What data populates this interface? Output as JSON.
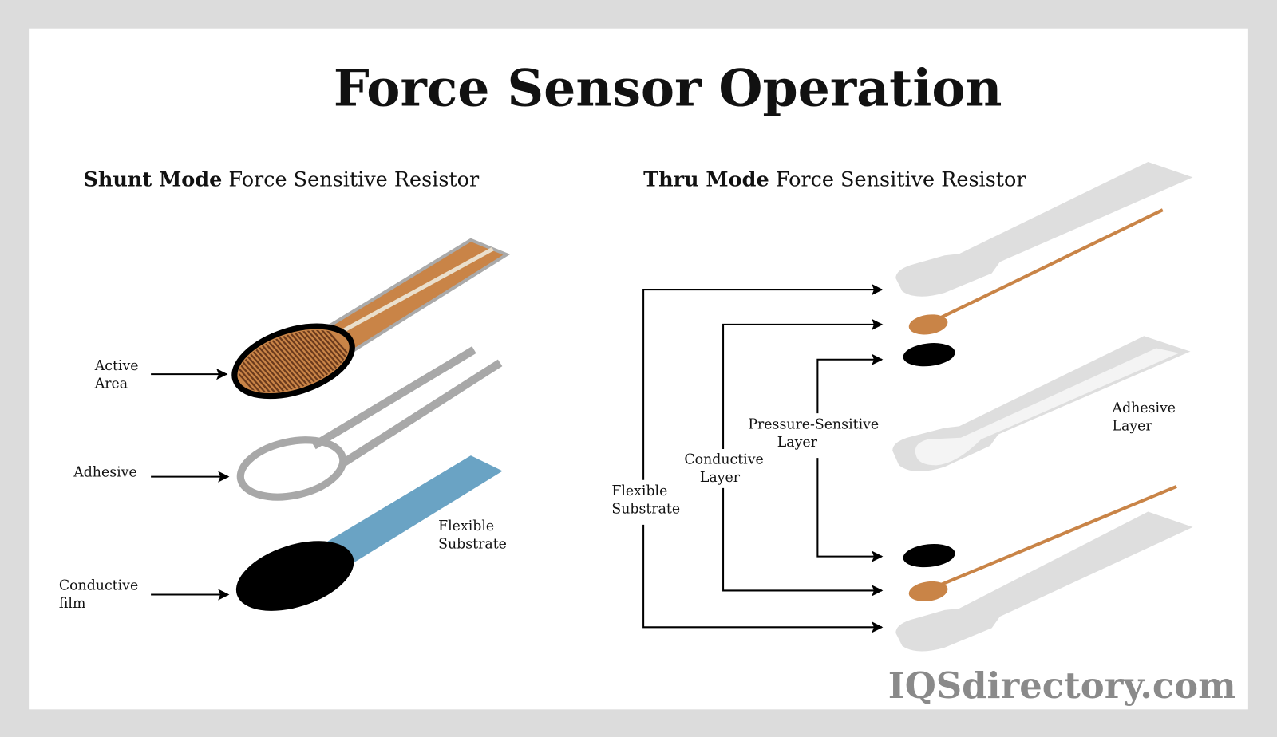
{
  "title": "Force Sensor Operation",
  "shunt": {
    "heading_bold": "Shunt Mode",
    "heading_rest": " Force Sensitive Resistor",
    "labels": {
      "active_area": [
        "Active",
        "Area"
      ],
      "adhesive": "Adhesive",
      "conductive_film": [
        "Conductive",
        "film"
      ],
      "flexible_substrate": [
        "Flexible",
        "Substrate"
      ]
    }
  },
  "thru": {
    "heading_bold": "Thru Mode",
    "heading_rest": " Force Sensitive Resistor",
    "labels": {
      "flexible_substrate": [
        "Flexible",
        "Substrate"
      ],
      "conductive_layer": [
        "Conductive",
        "Layer"
      ],
      "pressure_sensitive_layer": [
        "Pressure-Sensitive",
        "Layer"
      ],
      "adhesive_layer": [
        "Adhesive",
        "Layer"
      ]
    }
  },
  "watermark": "IQSdirectory.com",
  "colors": {
    "copper": "#c98447",
    "substrate_blue": "#6aa3c4",
    "grey": "#dedede",
    "frame": "#dcdcdc"
  }
}
